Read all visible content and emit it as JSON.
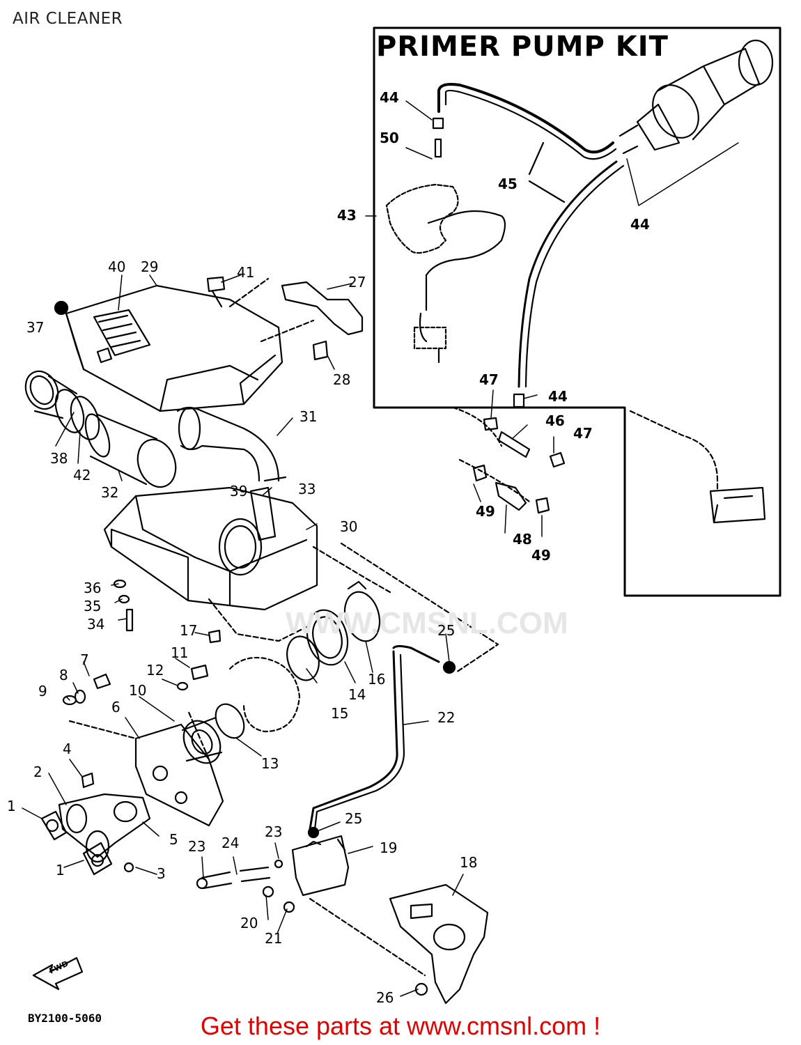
{
  "title": "AIR CLEANER",
  "kit_title": "PRIMER PUMP KIT",
  "drawing_code": "BY2100-5060",
  "promo_text": "Get these parts at www.cmsnl.com !",
  "watermark": "WWW.CMSNL.COM",
  "colors": {
    "promo": "#e00000",
    "lines": "#000000",
    "watermark": "#e6e6e6"
  },
  "labels": {
    "p1a": "1",
    "p1b": "1",
    "p2": "2",
    "p3": "3",
    "p4": "4",
    "p5": "5",
    "p6": "6",
    "p7": "7",
    "p8": "8",
    "p9": "9",
    "p10": "10",
    "p11": "11",
    "p12": "12",
    "p13": "13",
    "p14": "14",
    "p15": "15",
    "p16": "16",
    "p17": "17",
    "p18": "18",
    "p19": "19",
    "p20": "20",
    "p21": "21",
    "p22": "22",
    "p23a": "23",
    "p23b": "23",
    "p24": "24",
    "p25a": "25",
    "p25b": "25",
    "p26": "26",
    "p27": "27",
    "p28": "28",
    "p29": "29",
    "p30": "30",
    "p31": "31",
    "p32": "32",
    "p33": "33",
    "p34": "34",
    "p35": "35",
    "p36": "36",
    "p37": "37",
    "p38": "38",
    "p39": "39",
    "p40": "40",
    "p41": "41",
    "p42": "42",
    "p43": "43",
    "p44a": "44",
    "p44b": "44",
    "p44c": "44",
    "p45": "45",
    "p46": "46",
    "p47a": "47",
    "p47b": "47",
    "p48": "48",
    "p49a": "49",
    "p49b": "49",
    "p50": "50",
    "fwd": "FWD"
  }
}
